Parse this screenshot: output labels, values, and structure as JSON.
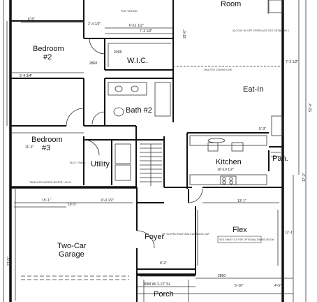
{
  "rooms": {
    "room_top": "Room",
    "bedroom2_line1": "Bedroom",
    "bedroom2_line2": "#2",
    "wic": "W.I.C.",
    "eat_in": "Eat-In",
    "bath2": "Bath #2",
    "bedroom3_line1": "Bedroom",
    "bedroom3_line2": "#3",
    "utility": "Utility",
    "kitchen": "Kitchen",
    "kitchen_size": "10'-10 1/2\"",
    "pantry": "Pan.",
    "flex": "Flex",
    "foyer": "Foyer",
    "garage_line1": "Two-Car",
    "garage_line2": "Garage",
    "porch": "Porch"
  },
  "dimensions": {
    "d_6_5": "6'-5\"",
    "d_2_4_half": "2'-4 1/2\"",
    "d_6_11_half": "6'-11 1/2\"",
    "d_7_2_half": "7'-2 1/2\"",
    "d_5_4_3_4": "5'-4 3/4\"",
    "d_11_3": "11'-3\"",
    "d_2868": "2868",
    "d_2468": "2468",
    "d_19_5": "19'-5\"",
    "d_15_1": "15'-1\"",
    "d_13_1": "13'-1\"",
    "d_6_0_half": "6'-0 1/2\"",
    "d_3068": "3068 W/ 2-12\" SL",
    "d_2850": "2850",
    "d_6_10": "6'-10\"",
    "d_4_5": "4'-5\"",
    "d_8_2": "8'-2\"",
    "d_12_1": "12'-1\"",
    "d_52_0": "52'-0\"",
    "d_28_0": "28'-0\"",
    "d_5_3": "5'-3\"",
    "d_7_2_half_b": "7'-2 1/2\"",
    "d_21_5": "21'-5\"",
    "d_17_2": "17'-2\""
  },
  "notes": {
    "vaulted_ceiling": "VAULTED CEILING LINE",
    "flat_ceiling": "FLAT CEILING",
    "fireplace": "ALCOVE W/ OPT. FIREPLACE SEE DETAIL ON 3",
    "tankless": "TANKLESS WATER HEATER, U.N.O.",
    "flex_note": "SEE SHEET A7 FOR OPTIONAL DINING ROOM",
    "half_wall": "36\" SLOPED HALF WALL W/ WOOD CAP",
    "elec_panel": "ELEC. PANEL"
  },
  "colors": {
    "wall": "#111111",
    "line": "#333333",
    "background": "#ffffff"
  }
}
